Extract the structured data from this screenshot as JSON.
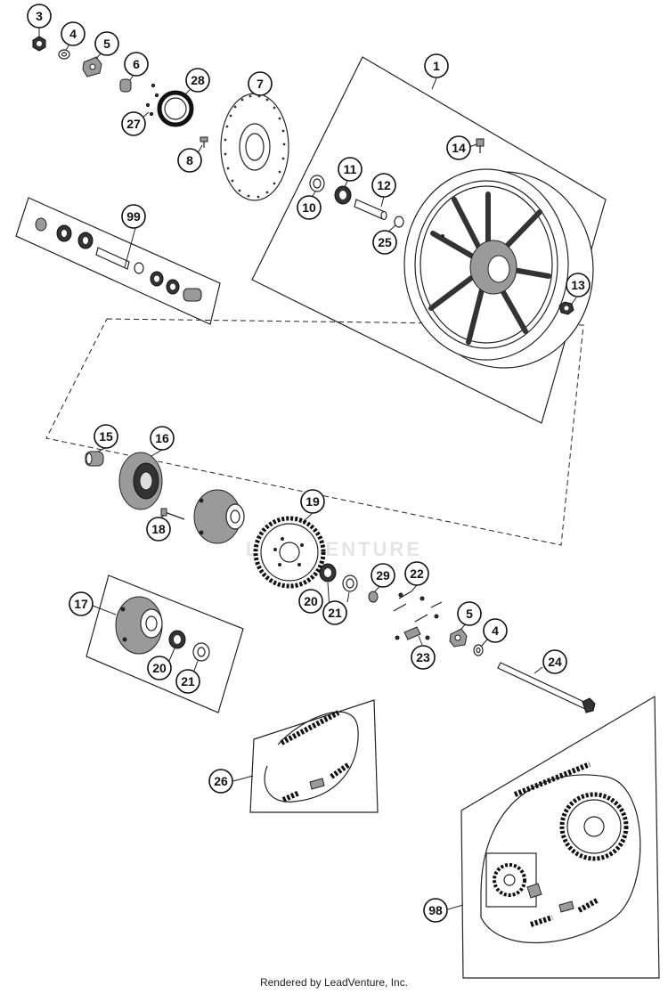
{
  "callouts": [
    {
      "id": "c3",
      "label": "3"
    },
    {
      "id": "c4a",
      "label": "4"
    },
    {
      "id": "c5a",
      "label": "5"
    },
    {
      "id": "c6",
      "label": "6"
    },
    {
      "id": "c28",
      "label": "28"
    },
    {
      "id": "c27",
      "label": "27"
    },
    {
      "id": "c7",
      "label": "7"
    },
    {
      "id": "c8",
      "label": "8"
    },
    {
      "id": "c1",
      "label": "1"
    },
    {
      "id": "c14",
      "label": "14"
    },
    {
      "id": "c11",
      "label": "11"
    },
    {
      "id": "c10",
      "label": "10"
    },
    {
      "id": "c12",
      "label": "12"
    },
    {
      "id": "c25",
      "label": "25"
    },
    {
      "id": "c13",
      "label": "13"
    },
    {
      "id": "c99",
      "label": "99"
    },
    {
      "id": "c15",
      "label": "15"
    },
    {
      "id": "c16",
      "label": "16"
    },
    {
      "id": "c18",
      "label": "18"
    },
    {
      "id": "c19",
      "label": "19"
    },
    {
      "id": "c17",
      "label": "17"
    },
    {
      "id": "c29",
      "label": "29"
    },
    {
      "id": "c22",
      "label": "22"
    },
    {
      "id": "c20a",
      "label": "20"
    },
    {
      "id": "c21a",
      "label": "21"
    },
    {
      "id": "c5b",
      "label": "5"
    },
    {
      "id": "c4b",
      "label": "4"
    },
    {
      "id": "c23",
      "label": "23"
    },
    {
      "id": "c20b",
      "label": "20"
    },
    {
      "id": "c21b",
      "label": "21"
    },
    {
      "id": "c24",
      "label": "24"
    },
    {
      "id": "c26",
      "label": "26"
    },
    {
      "id": "c98",
      "label": "98"
    }
  ],
  "watermark": "LEADVENTURE",
  "footer": "Rendered by LeadVenture, Inc."
}
